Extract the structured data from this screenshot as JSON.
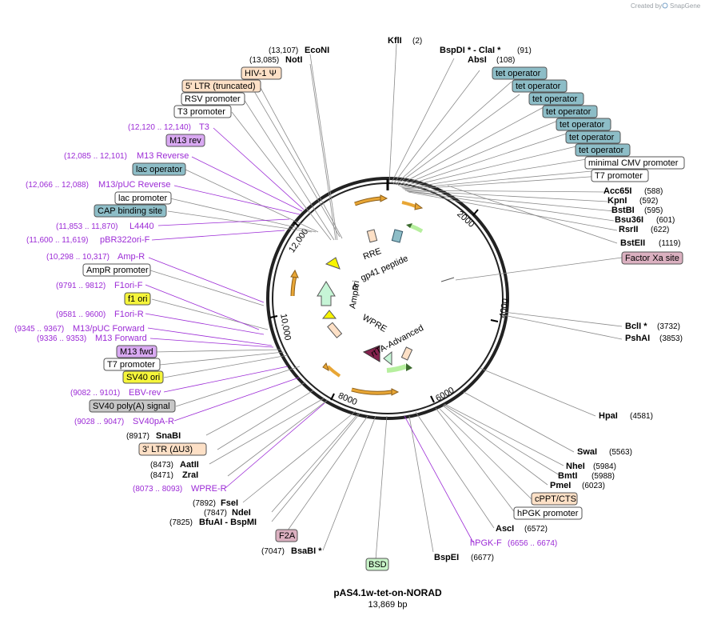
{
  "header": {
    "credit": "Created by",
    "brand": "SnapGene"
  },
  "plasmid": {
    "name": "pAS4.1w-tet-on-NORAD",
    "size": "13,869 bp",
    "length": 13869
  },
  "ticks": [
    "2000",
    "4000",
    "6000",
    "8000",
    "10,000",
    "12,000"
  ],
  "colors": {
    "primer": "#9c2bd6",
    "promoter_box": "#ffffff",
    "ltr_box": "#fde0c6",
    "operator_box": "#8dbdc7",
    "rev_box": "#d9a9f2",
    "ori_box": "#f5f53a",
    "signal_box": "#c7c7c7",
    "cut_box": "#dbb0c0",
    "bsd_box": "#c8f4c8",
    "arrow_orange": "#e8a635",
    "arrow_green": "#b6ef9e",
    "arrow_yellow": "#f7f400",
    "arrow_mint": "#c6f5d6",
    "arrow_plum": "#85224e"
  },
  "labels": {
    "sites": [
      {
        "id": "ecoNI",
        "name": "EcoNI",
        "pos": "(13,107)"
      },
      {
        "id": "notI",
        "name": "NotI",
        "pos": "(13,085)"
      },
      {
        "id": "kflI",
        "name": "KflI",
        "pos": "(2)"
      },
      {
        "id": "bspDI",
        "name": "BspDI *  - ClaI *",
        "pos": "(91)"
      },
      {
        "id": "absI",
        "name": "AbsI",
        "pos": "(108)"
      },
      {
        "id": "acc65I",
        "name": "Acc65I",
        "pos": "(588)"
      },
      {
        "id": "kpnI",
        "name": "KpnI",
        "pos": "(592)"
      },
      {
        "id": "bstBI",
        "name": "BstBI",
        "pos": "(595)"
      },
      {
        "id": "bsu36I",
        "name": "Bsu36I",
        "pos": "(601)"
      },
      {
        "id": "rsrII",
        "name": "RsrII",
        "pos": "(622)"
      },
      {
        "id": "bstEII",
        "name": "BstEII",
        "pos": "(1119)"
      },
      {
        "id": "bclI",
        "name": "BclI *",
        "pos": "(3732)"
      },
      {
        "id": "pshAI",
        "name": "PshAI",
        "pos": "(3853)"
      },
      {
        "id": "hpaI",
        "name": "HpaI",
        "pos": "(4581)"
      },
      {
        "id": "swaI",
        "name": "SwaI",
        "pos": "(5563)"
      },
      {
        "id": "nheI",
        "name": "NheI",
        "pos": "(5984)"
      },
      {
        "id": "bmtI",
        "name": "BmtI",
        "pos": "(5988)"
      },
      {
        "id": "pmeI",
        "name": "PmeI",
        "pos": "(6023)"
      },
      {
        "id": "ascI",
        "name": "AscI",
        "pos": "(6572)"
      },
      {
        "id": "bspEI",
        "name": "BspEI",
        "pos": "(6677)"
      },
      {
        "id": "bsaBI",
        "name": "BsaBI *",
        "pos": "(7047)"
      },
      {
        "id": "bfuAI",
        "name": "BfuAI   - BspMI",
        "pos": "(7825)"
      },
      {
        "id": "ndeI",
        "name": "NdeI",
        "pos": "(7847)"
      },
      {
        "id": "fseI",
        "name": "FseI",
        "pos": "(7892)"
      },
      {
        "id": "zraI",
        "name": "ZraI",
        "pos": "(8471)"
      },
      {
        "id": "aatII",
        "name": "AatII",
        "pos": "(8473)"
      },
      {
        "id": "snaBI",
        "name": "SnaBI",
        "pos": "(8917)"
      }
    ],
    "primers": [
      {
        "id": "t3",
        "name": "T3",
        "pos": "(12,120 .. 12,140)"
      },
      {
        "id": "m13rev",
        "name": "M13 Reverse",
        "pos": "(12,085 .. 12,101)"
      },
      {
        "id": "m13pucrev",
        "name": "M13/pUC Reverse",
        "pos": "(12,066 .. 12,088)"
      },
      {
        "id": "l4440",
        "name": "L4440",
        "pos": "(11,853 .. 11,870)"
      },
      {
        "id": "pbr322",
        "name": "pBR322ori-F",
        "pos": "(11,600 .. 11,619)"
      },
      {
        "id": "ampR",
        "name": "Amp-R",
        "pos": "(10,298 .. 10,317)"
      },
      {
        "id": "f1oriF",
        "name": "F1ori-F",
        "pos": "(9791 .. 9812)"
      },
      {
        "id": "f1oriR",
        "name": "F1ori-R",
        "pos": "(9581 .. 9600)"
      },
      {
        "id": "m13pucfwd",
        "name": "M13/pUC Forward",
        "pos": "(9345 .. 9367)"
      },
      {
        "id": "m13fwdP",
        "name": "M13 Forward",
        "pos": "(9336 .. 9353)"
      },
      {
        "id": "ebvrev",
        "name": "EBV-rev",
        "pos": "(9082 .. 9101)"
      },
      {
        "id": "sv40paR",
        "name": "SV40pA-R",
        "pos": "(9028 .. 9047)"
      },
      {
        "id": "wpreR",
        "name": "WPRE-R",
        "pos": "(8073 .. 8093)"
      },
      {
        "id": "hpgkF",
        "name": "hPGK-F",
        "pos": "(6656 .. 6674)"
      }
    ],
    "features": [
      {
        "id": "hiv1psi",
        "name": "HIV-1 Ψ"
      },
      {
        "id": "ltr5",
        "name": "5' LTR (truncated)"
      },
      {
        "id": "rsv",
        "name": "RSV promoter"
      },
      {
        "id": "t3prom",
        "name": "T3 promoter"
      },
      {
        "id": "m13revF",
        "name": "M13 rev"
      },
      {
        "id": "lacop",
        "name": "lac operator"
      },
      {
        "id": "lacprom",
        "name": "lac promoter"
      },
      {
        "id": "cap",
        "name": "CAP binding site"
      },
      {
        "id": "ampRprom",
        "name": "AmpR promoter"
      },
      {
        "id": "f1ori",
        "name": "f1 ori"
      },
      {
        "id": "m13fwd",
        "name": "M13 fwd"
      },
      {
        "id": "t7prom",
        "name": "T7 promoter"
      },
      {
        "id": "sv40ori",
        "name": "SV40 ori"
      },
      {
        "id": "sv40pa",
        "name": "SV40 poly(A) signal"
      },
      {
        "id": "ltr3",
        "name": "3' LTR (ΔU3)"
      },
      {
        "id": "f2a",
        "name": "F2A"
      },
      {
        "id": "bsd",
        "name": "BSD"
      },
      {
        "id": "hpgk",
        "name": "hPGK promoter"
      },
      {
        "id": "cppt",
        "name": "cPPT/CTS"
      },
      {
        "id": "factorXa",
        "name": "Factor Xa site"
      },
      {
        "id": "t7promR",
        "name": "T7 promoter"
      },
      {
        "id": "mincmv",
        "name": "minimal CMV promoter"
      },
      {
        "id": "tetop1",
        "name": "tet operator"
      },
      {
        "id": "tetop2",
        "name": "tet operator"
      },
      {
        "id": "tetop3",
        "name": "tet operator"
      },
      {
        "id": "tetop4",
        "name": "tet operator"
      },
      {
        "id": "tetop5",
        "name": "tet operator"
      },
      {
        "id": "tetop6",
        "name": "tet operator"
      },
      {
        "id": "tetop7",
        "name": "tet operator"
      }
    ],
    "inner": {
      "rre": "RRE",
      "gp41": "gp41 peptide",
      "ampR": "AmpR",
      "ori": "ori",
      "wpre": "WPRE",
      "rtta": "rtTA-Advanced"
    }
  }
}
